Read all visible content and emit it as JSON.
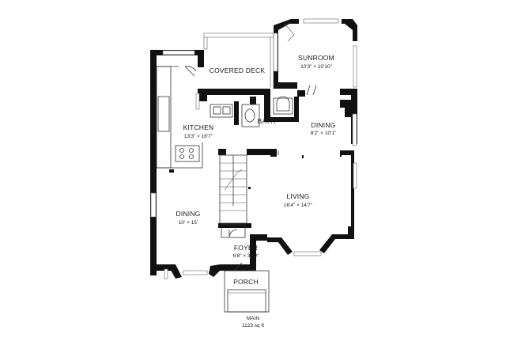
{
  "plan": {
    "rooms": {
      "covered_deck": {
        "name": "COVERED DECK",
        "dim": ""
      },
      "sunroom": {
        "name": "SUNROOM",
        "dim": "10'3\" × 10'10\""
      },
      "kitchen": {
        "name": "KITCHEN",
        "dim": "13'3\" × 16'7\""
      },
      "bath": {
        "name": "BATH",
        "dim": ""
      },
      "dining_right": {
        "name": "DINING",
        "dim": "8'2\" × 10'1\""
      },
      "living": {
        "name": "LIVING",
        "dim": "16'4\" × 14'7\""
      },
      "dining_left": {
        "name": "DINING",
        "dim": "10' × 15'"
      },
      "foyer": {
        "name": "FOYER",
        "dim": "6'8\" × 3'10\""
      },
      "porch": {
        "name": "PORCH",
        "dim": ""
      }
    },
    "footer": {
      "level": "MAIN",
      "area": "1123 sq ft"
    }
  }
}
